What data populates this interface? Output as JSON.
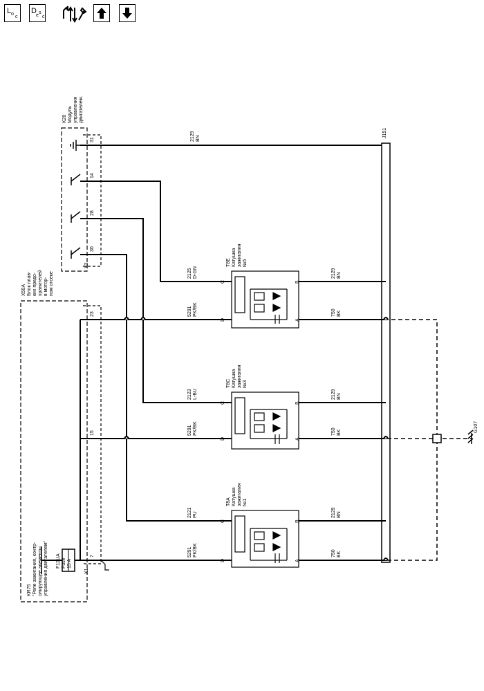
{
  "toolbar": {
    "loc_main": "L",
    "loc_sub1": "o",
    "loc_sub2": "c",
    "desc_main": "D",
    "desc_sub1": "e",
    "desc_sub2": "s",
    "desc_sub3": "c",
    "tool_icon": "connector-tool-icon",
    "up_icon": "arrow-up-icon",
    "down_icon": "arrow-down-icon"
  },
  "modules": {
    "k20_title": "K20",
    "k20_line1": "Модуль",
    "k20_line2": "управления",
    "k20_line3": "двигателем.",
    "x50a_title": "X50A",
    "x50a_line1": "Блок плав-",
    "x50a_line2": "ких предо-",
    "x50a_line3": "хранителей",
    "x50a_line4": "в мотор-",
    "x50a_line5": "ном отсеке",
    "kr75_title": "KR75",
    "kr75_line1": "\"Реле зажигания, контр-",
    "kr75_line2": "олирующее элементы",
    "kr75_line3": "управления двигателем\"",
    "fuse_line1": "F12UA",
    "fuse_line2": "Fuse",
    "fuse_line3": "15 A",
    "j151": "J151",
    "g107": "G107"
  },
  "connectors": {
    "x1": "X1",
    "x3": "X3",
    "pin7": "7",
    "pin15": "15",
    "pin23": "23",
    "pin31": "31",
    "pin14": "14",
    "pin28": "28",
    "pin30": "30"
  },
  "coils": [
    {
      "id": "T8E",
      "line1": "Катушка",
      "line2": "зажигания",
      "line3": "№5",
      "c_circuit": "2125",
      "c_color": "D-GN",
      "d_circuit": "5291",
      "d_color": "PK/BK",
      "b_circuit": "2129",
      "b_color": "BN",
      "a_circuit": "750",
      "a_color": "BK"
    },
    {
      "id": "T8C",
      "line1": "Катушка",
      "line2": "зажигания",
      "line3": "№3",
      "c_circuit": "2123",
      "c_color": "L-BU",
      "d_circuit": "5291",
      "d_color": "PK/BK",
      "b_circuit": "2129",
      "b_color": "BN",
      "a_circuit": "750",
      "a_color": "BK"
    },
    {
      "id": "T8A",
      "line1": "Катушка",
      "line2": "зажигания",
      "line3": "№1",
      "c_circuit": "2121",
      "c_color": "PU",
      "d_circuit": "5291",
      "d_color": "PK/BK",
      "b_circuit": "2129",
      "b_color": "BN",
      "a_circuit": "750",
      "a_color": "BK"
    }
  ],
  "pin_letters": {
    "a": "A",
    "b": "B",
    "c": "C",
    "d": "D"
  },
  "top_wire": {
    "circuit": "2129",
    "color": "BN"
  }
}
